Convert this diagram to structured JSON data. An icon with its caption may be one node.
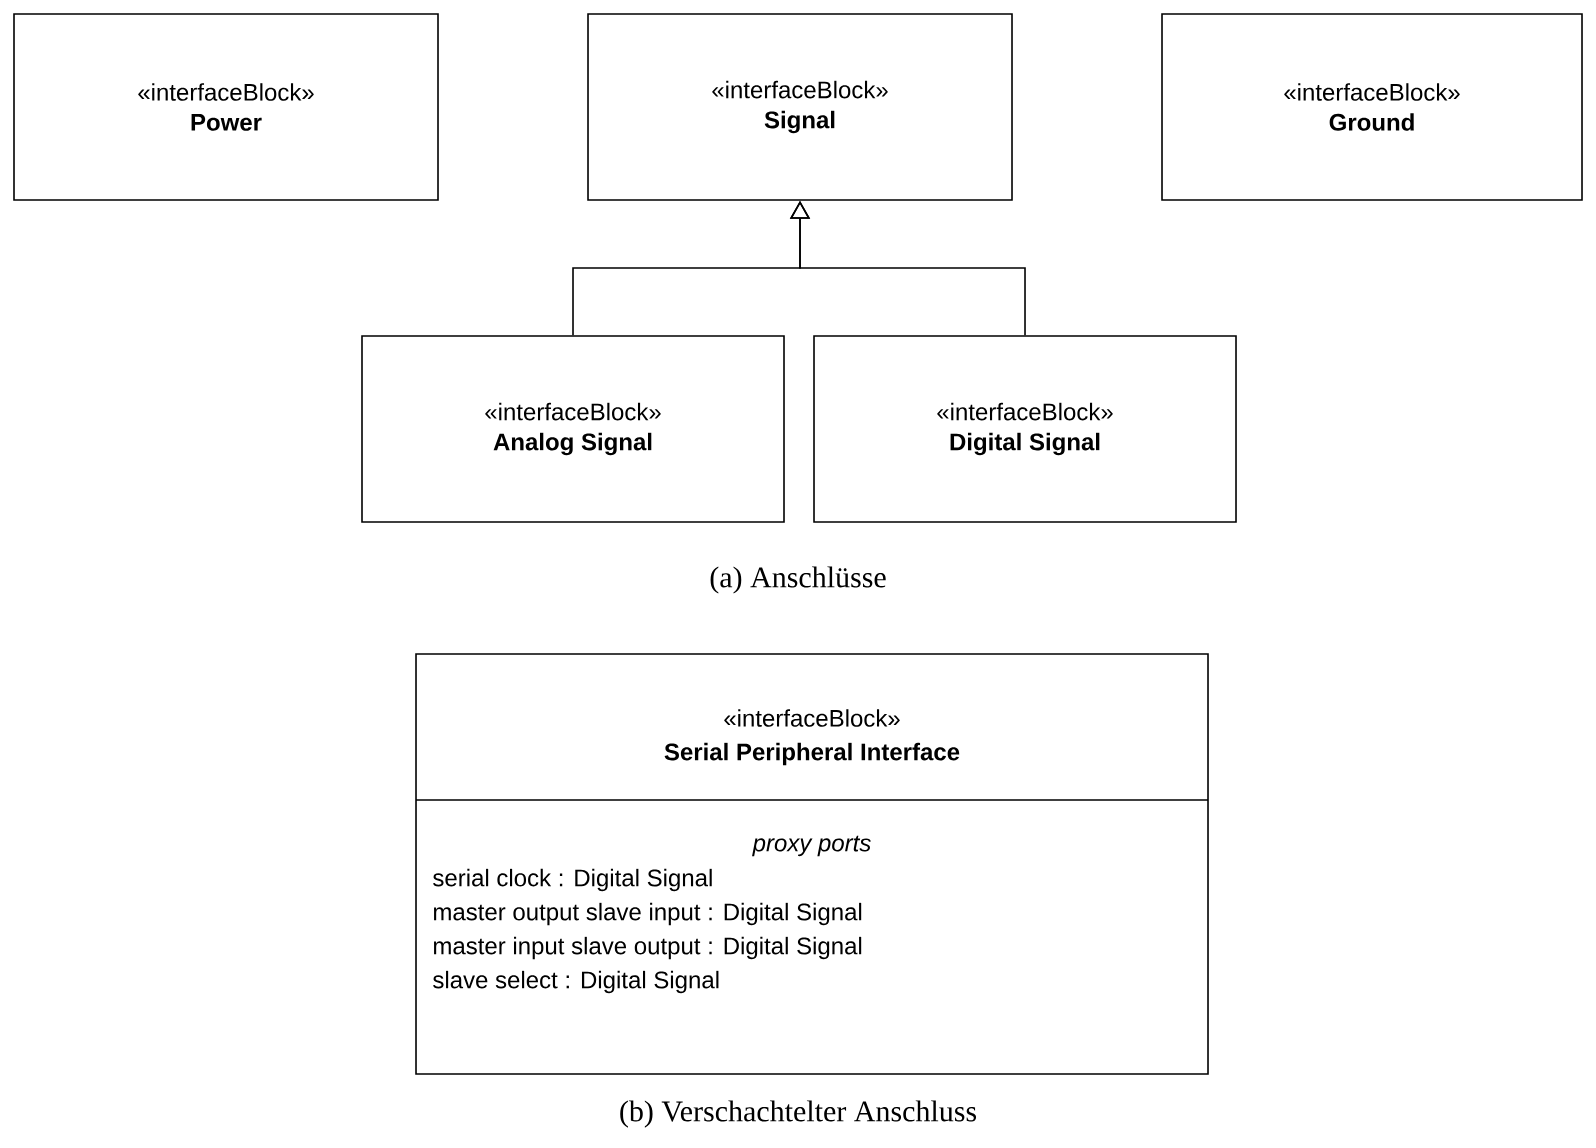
{
  "diagram": {
    "nodes": [
      {
        "text": [
          "«interfaceBlock»",
          "Power"
        ]
      },
      {
        "text": [
          "«interfaceBlock»",
          "Signal"
        ]
      },
      {
        "text": [
          "«interfaceBlock»",
          "Ground"
        ]
      },
      {
        "text": [
          "«interfaceBlock»",
          "Analog Signal"
        ]
      },
      {
        "text": [
          "«interfaceBlock»",
          "Digital Signal"
        ]
      },
      {
        "text": [
          "«interfaceBlock»",
          "Serial Peripheral Interface",
          "proxy ports",
          "serial clock : Digital Signal",
          "master output slave input : Digital Signal",
          "master input slave output : Digital Signal",
          "slave select : Digital Signal"
        ]
      }
    ],
    "edges": [
      {
        "from": 3,
        "to": 1,
        "arrow": "to"
      },
      {
        "from": 4,
        "to": 1,
        "arrow": "to"
      }
    ],
    "labels": [
      "(a) Anschlüsse",
      "(b) Verschachtelter Anschluss"
    ]
  }
}
